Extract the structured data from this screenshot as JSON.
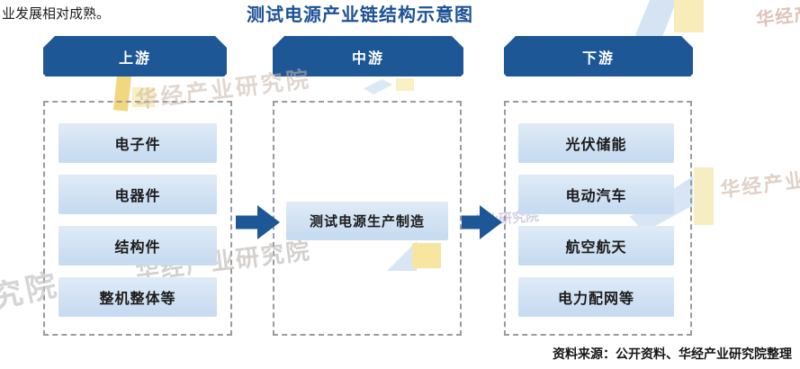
{
  "intro": {
    "text": "业发展相对成熟。"
  },
  "diagram": {
    "title": "测试电源产业链结构示意图",
    "columns": [
      {
        "header": "上游",
        "items": [
          "电子件",
          "电器件",
          "结构件",
          "整机整体等"
        ]
      },
      {
        "header": "中游",
        "items": [
          "测试电源生产制造"
        ]
      },
      {
        "header": "下游",
        "items": [
          "光伏储能",
          "电动汽车",
          "航空航天",
          "电力配网等"
        ]
      }
    ]
  },
  "source": {
    "text": "资料来源：公开资料、华经产业研究院整理"
  },
  "watermarks": {
    "brand_text": "华经产业研究院",
    "partial_top_right": "华经产",
    "partial_right": "华经产业",
    "partial_bottom_left": "究院",
    "partial_mid": "产业研究院"
  },
  "colors": {
    "header_bg": "#1d5796",
    "item_bg": "#c8dcf1",
    "title_color": "#1c5296",
    "arrow_color": "#1d5796",
    "frame_dash": "#979ca1"
  }
}
